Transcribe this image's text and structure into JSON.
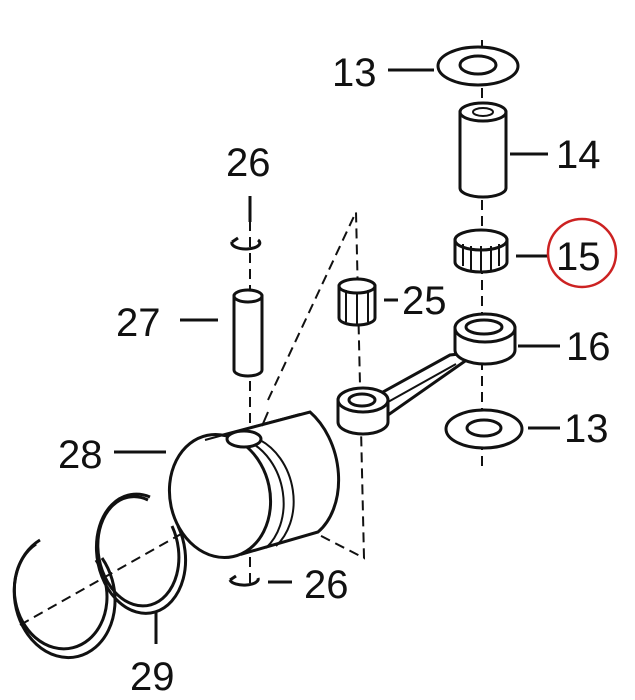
{
  "labels": {
    "washer_top": "13",
    "sleeve": "14",
    "needle_bearing_upper": "15",
    "connecting_rod": "16",
    "washer_bottom": "13",
    "needle_bearing_small": "25",
    "clip_top": "26",
    "clip_bottom": "26",
    "wrist_pin": "27",
    "piston": "28",
    "piston_rings": "29"
  },
  "highlight": {
    "part": "15",
    "color": "#cc2222"
  }
}
